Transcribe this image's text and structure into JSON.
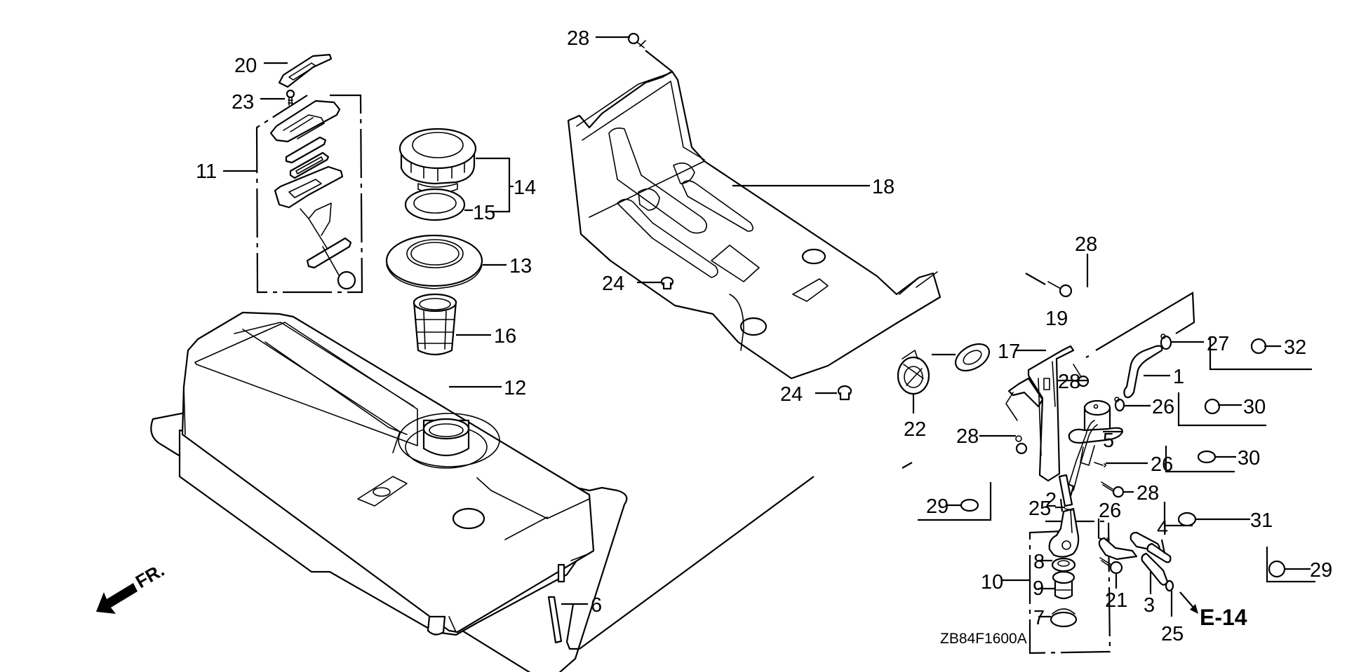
{
  "diagram": {
    "type": "exploded-parts-diagram",
    "drawing_code": "ZB84F1600A",
    "direction_indicator": "FR.",
    "page_reference": "E-14",
    "callouts": [
      {
        "id": "c20",
        "number": "20"
      },
      {
        "id": "c23",
        "number": "23"
      },
      {
        "id": "c11",
        "number": "11"
      },
      {
        "id": "c14",
        "number": "14"
      },
      {
        "id": "c15",
        "number": "15"
      },
      {
        "id": "c13",
        "number": "13"
      },
      {
        "id": "c16",
        "number": "16"
      },
      {
        "id": "c12",
        "number": "12"
      },
      {
        "id": "c6",
        "number": "6"
      },
      {
        "id": "c28a",
        "number": "28"
      },
      {
        "id": "c18",
        "number": "18"
      },
      {
        "id": "c24a",
        "number": "24"
      },
      {
        "id": "c24b",
        "number": "24"
      },
      {
        "id": "c28b",
        "number": "28"
      },
      {
        "id": "c19",
        "number": "19"
      },
      {
        "id": "c17",
        "number": "17"
      },
      {
        "id": "c22",
        "number": "22"
      },
      {
        "id": "c28c",
        "number": "28"
      },
      {
        "id": "c27",
        "number": "27"
      },
      {
        "id": "c32",
        "number": "32"
      },
      {
        "id": "c1",
        "number": "1"
      },
      {
        "id": "c26a",
        "number": "26"
      },
      {
        "id": "c30a",
        "number": "30"
      },
      {
        "id": "c5",
        "number": "5"
      },
      {
        "id": "c28d",
        "number": "28"
      },
      {
        "id": "c26b",
        "number": "26"
      },
      {
        "id": "c30b",
        "number": "30"
      },
      {
        "id": "c28e",
        "number": "28"
      },
      {
        "id": "c29a",
        "number": "29"
      },
      {
        "id": "c25a",
        "number": "25"
      },
      {
        "id": "c2",
        "number": "2"
      },
      {
        "id": "c26c",
        "number": "26"
      },
      {
        "id": "c31",
        "number": "31"
      },
      {
        "id": "c4",
        "number": "4"
      },
      {
        "id": "c10",
        "number": "10"
      },
      {
        "id": "c8",
        "number": "8"
      },
      {
        "id": "c9",
        "number": "9"
      },
      {
        "id": "c7",
        "number": "7"
      },
      {
        "id": "c29b",
        "number": "29"
      },
      {
        "id": "c21",
        "number": "21"
      },
      {
        "id": "c3",
        "number": "3"
      },
      {
        "id": "c25b",
        "number": "25"
      }
    ]
  }
}
